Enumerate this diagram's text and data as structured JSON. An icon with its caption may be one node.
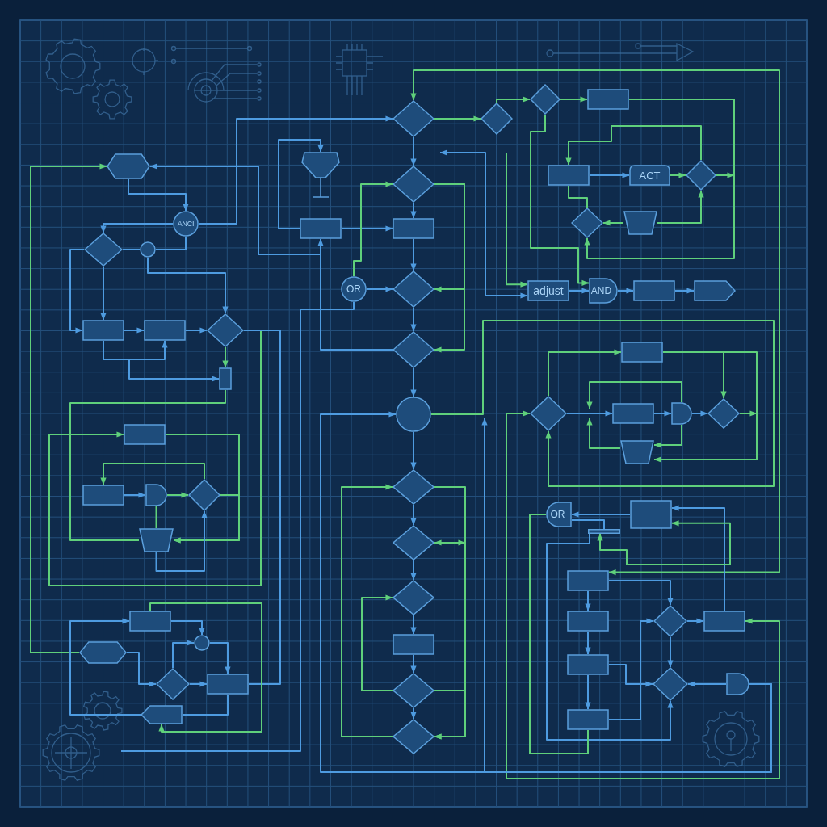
{
  "diagram": {
    "nodes": [
      {
        "text": [],
        "shape": "hexagon"
      },
      {
        "text": [
          "ANCI"
        ]
      },
      {
        "text": [],
        "shape": "diamond"
      },
      {
        "text": [],
        "shape": "circle"
      },
      {
        "text": [],
        "shape": "box"
      },
      {
        "text": [],
        "shape": "box"
      },
      {
        "text": [],
        "shape": "diamond"
      },
      {
        "text": [],
        "shape": "box"
      },
      {
        "text": [],
        "shape": "pentagon"
      },
      {
        "text": [],
        "shape": "box"
      },
      {
        "text": [
          "OR"
        ]
      },
      {
        "text": [],
        "shape": "diamond"
      },
      {
        "text": [],
        "shape": "diamond"
      },
      {
        "text": [],
        "shape": "box"
      },
      {
        "text": [],
        "shape": "diamond"
      },
      {
        "text": [],
        "shape": "diamond"
      },
      {
        "text": [],
        "shape": "circle"
      },
      {
        "text": [],
        "shape": "diamond"
      },
      {
        "text": [],
        "shape": "diamond"
      },
      {
        "text": [],
        "shape": "diamond"
      },
      {
        "text": [],
        "shape": "box"
      },
      {
        "text": [],
        "shape": "diamond"
      },
      {
        "text": [],
        "shape": "diamond"
      },
      {
        "text": [],
        "shape": "diamond"
      },
      {
        "text": [],
        "shape": "diamond"
      },
      {
        "text": [],
        "shape": "box"
      },
      {
        "text": [],
        "shape": "box"
      },
      {
        "text": [
          "ACT"
        ]
      },
      {
        "text": [],
        "shape": "diamond"
      },
      {
        "text": [],
        "shape": "diamond"
      },
      {
        "text": [],
        "shape": "trapezoid"
      },
      {
        "text": [
          "adjust"
        ]
      },
      {
        "text": [
          "AND"
        ]
      },
      {
        "text": [],
        "shape": "box"
      },
      {
        "text": [],
        "shape": "pentagon"
      },
      {
        "text": [],
        "shape": "box"
      },
      {
        "text": [],
        "shape": "diamond"
      },
      {
        "text": [],
        "shape": "box"
      },
      {
        "text": [],
        "shape": "gate"
      },
      {
        "text": [],
        "shape": "diamond"
      },
      {
        "text": [],
        "shape": "trapezoid"
      },
      {
        "text": [
          "OR"
        ]
      },
      {
        "text": [],
        "shape": "box"
      },
      {
        "text": [],
        "shape": "box"
      },
      {
        "text": [],
        "shape": "box"
      },
      {
        "text": [],
        "shape": "diamond"
      },
      {
        "text": [],
        "shape": "box"
      },
      {
        "text": [],
        "shape": "box"
      },
      {
        "text": [],
        "shape": "diamond"
      },
      {
        "text": [],
        "shape": "gate"
      },
      {
        "text": [],
        "shape": "box"
      },
      {
        "text": [],
        "shape": "box"
      },
      {
        "text": [],
        "shape": "box"
      },
      {
        "text": [],
        "shape": "gate"
      },
      {
        "text": [],
        "shape": "diamond"
      },
      {
        "text": [],
        "shape": "trapezoid"
      },
      {
        "text": [],
        "shape": "box"
      },
      {
        "text": [],
        "shape": "circle"
      },
      {
        "text": [],
        "shape": "hexagon"
      },
      {
        "text": [],
        "shape": "diamond"
      },
      {
        "text": [],
        "shape": "box"
      },
      {
        "text": [],
        "shape": "pentagon"
      },
      {
        "text": [],
        "shape": "bar"
      }
    ],
    "edges": [
      {
        "from": 1,
        "to": 11,
        "arrow": "to"
      },
      {
        "from": 0,
        "to": 1,
        "arrow": "to"
      },
      {
        "from": 1,
        "to": 2,
        "arrow": "to"
      },
      {
        "from": 2,
        "to": 3,
        "arrow": "none"
      },
      {
        "from": 3,
        "to": 1,
        "arrow": "none"
      },
      {
        "from": 3,
        "to": 6,
        "arrow": "to"
      },
      {
        "from": 2,
        "to": 4,
        "arrow": "to"
      },
      {
        "from": 2,
        "to": 4,
        "arrow": "to"
      },
      {
        "from": 4,
        "to": 5,
        "arrow": "to"
      },
      {
        "from": 5,
        "to": 6,
        "arrow": "to"
      },
      {
        "from": 4,
        "to": 5,
        "arrow": "to"
      },
      {
        "from": 4,
        "to": 7,
        "arrow": "to"
      },
      {
        "from": 6,
        "to": 7,
        "arrow": "to",
        "color": "#5fd07b"
      },
      {
        "from": 7,
        "to": 55,
        "arrow": "none",
        "color": "#5fd07b"
      },
      {
        "from": 6,
        "to": 51,
        "arrow": "to",
        "color": "#5fd07b"
      },
      {
        "from": 6,
        "to": 60,
        "arrow": "none"
      },
      {
        "from": 10,
        "to": null,
        "arrow": "none"
      },
      {
        "from": 9,
        "to": 8,
        "arrow": "to"
      },
      {
        "from": 9,
        "to": 13,
        "arrow": "to"
      },
      {
        "from": 15,
        "to": 9,
        "arrow": "to"
      },
      {
        "from": 9,
        "to": 0,
        "arrow": "to"
      },
      {
        "from": 10,
        "to": 12,
        "arrow": "to",
        "color": "#5fd07b"
      },
      {
        "from": 10,
        "to": 14,
        "arrow": "to"
      },
      {
        "from": 11,
        "to": 12,
        "arrow": "to"
      },
      {
        "from": 12,
        "to": 13,
        "arrow": "to"
      },
      {
        "from": 13,
        "to": 14,
        "arrow": "to"
      },
      {
        "from": 14,
        "to": 15,
        "arrow": "to"
      },
      {
        "from": 15,
        "to": 16,
        "arrow": "to"
      },
      {
        "from": 16,
        "to": 17,
        "arrow": "to"
      },
      {
        "from": 17,
        "to": 18,
        "arrow": "to"
      },
      {
        "from": 18,
        "to": 19,
        "arrow": "to"
      },
      {
        "from": 19,
        "to": 20,
        "arrow": "to"
      },
      {
        "from": 20,
        "to": 21,
        "arrow": "to"
      },
      {
        "from": 21,
        "to": 22,
        "arrow": "to"
      },
      {
        "from": 12,
        "to": 14,
        "arrow": "to",
        "color": "#5fd07b"
      },
      {
        "from": 12,
        "to": 15,
        "arrow": "to",
        "color": "#5fd07b"
      },
      {
        "from": 11,
        "to": 23,
        "arrow": "to",
        "color": "#5fd07b"
      },
      {
        "from": 23,
        "to": 24,
        "arrow": "to",
        "color": "#5fd07b"
      },
      {
        "from": 24,
        "to": 25,
        "arrow": "to",
        "color": "#5fd07b"
      },
      {
        "from": 25,
        "to": 29,
        "arrow": "to",
        "color": "#5fd07b"
      },
      {
        "from": 43,
        "to": 11,
        "arrow": "both",
        "color": "#5fd07b"
      },
      {
        "from": 24,
        "to": 32,
        "arrow": "to",
        "color": "#5fd07b"
      },
      {
        "from": null,
        "to": 31,
        "arrow": "both"
      },
      {
        "from": null,
        "to": 31,
        "arrow": "to",
        "color": "#5fd07b"
      },
      {
        "from": 31,
        "to": 32,
        "arrow": "to"
      },
      {
        "from": 32,
        "to": 33,
        "arrow": "to"
      },
      {
        "from": 33,
        "to": 34,
        "arrow": "to"
      },
      {
        "from": 26,
        "to": 27,
        "arrow": "to"
      },
      {
        "from": 27,
        "to": 28,
        "arrow": "to",
        "color": "#5fd07b"
      },
      {
        "from": 28,
        "to": null,
        "arrow": "to",
        "color": "#5fd07b"
      },
      {
        "from": 28,
        "to": 26,
        "arrow": "to",
        "color": "#5fd07b"
      },
      {
        "from": 26,
        "to": 29,
        "arrow": "none",
        "color": "#5fd07b"
      },
      {
        "from": 30,
        "to": 29,
        "arrow": "to",
        "color": "#5fd07b"
      },
      {
        "from": 30,
        "to": 28,
        "arrow": "to",
        "color": "#5fd07b"
      },
      {
        "from": 36,
        "to": 35,
        "arrow": "to",
        "color": "#5fd07b"
      },
      {
        "from": 35,
        "to": 39,
        "arrow": "to",
        "color": "#5fd07b"
      },
      {
        "from": 35,
        "to": 40,
        "arrow": "to",
        "color": "#5fd07b"
      },
      {
        "from": 39,
        "to": null,
        "arrow": "to",
        "color": "#5fd07b"
      },
      {
        "from": 36,
        "to": 37,
        "arrow": "to"
      },
      {
        "from": 37,
        "to": 38,
        "arrow": "to"
      },
      {
        "from": 38,
        "to": 39,
        "arrow": "to"
      },
      {
        "from": 38,
        "to": null,
        "arrow": "to",
        "color": "#5fd07b"
      },
      {
        "from": 40,
        "to": null,
        "arrow": "to",
        "color": "#5fd07b"
      },
      {
        "from": 38,
        "to": 40,
        "arrow": "to",
        "color": "#5fd07b"
      },
      {
        "from": 16,
        "to": 36,
        "arrow": "to",
        "color": "#5fd07b"
      },
      {
        "from": 46,
        "to": 36,
        "arrow": "both",
        "color": "#5fd07b"
      },
      {
        "from": 49,
        "to": 16,
        "arrow": "to"
      },
      {
        "from": 49,
        "to": null,
        "arrow": "to"
      },
      {
        "from": 43,
        "to": 44,
        "arrow": "to"
      },
      {
        "from": 44,
        "to": 47,
        "arrow": "to"
      },
      {
        "from": 47,
        "to": 50,
        "arrow": "to"
      },
      {
        "from": 43,
        "to": 45,
        "arrow": "to"
      },
      {
        "from": 45,
        "to": 46,
        "arrow": "to"
      },
      {
        "from": 45,
        "to": 48,
        "arrow": "to"
      },
      {
        "from": 47,
        "to": 48,
        "arrow": "to"
      },
      {
        "from": 50,
        "to": 45,
        "arrow": "to"
      },
      {
        "from": 46,
        "to": 42,
        "arrow": "to"
      },
      {
        "from": 42,
        "to": 41,
        "arrow": "to"
      },
      {
        "from": 49,
        "to": 48,
        "arrow": "to"
      },
      {
        "from": 41,
        "to": 62,
        "arrow": "none"
      },
      {
        "from": 62,
        "to": 48,
        "arrow": "to"
      },
      {
        "from": 42,
        "to": 62,
        "arrow": "both",
        "color": "#5fd07b"
      },
      {
        "from": 50,
        "to": 41,
        "arrow": "none",
        "color": "#5fd07b"
      },
      {
        "from": 17,
        "to": 22,
        "arrow": "to",
        "color": "#5fd07b"
      },
      {
        "from": 18,
        "to": null,
        "arrow": "both",
        "color": "#5fd07b"
      },
      {
        "from": 21,
        "to": 22,
        "arrow": "to",
        "color": "#5fd07b"
      },
      {
        "from": 22,
        "to": 17,
        "arrow": "to",
        "color": "#5fd07b"
      },
      {
        "from": 21,
        "to": 19,
        "arrow": "to",
        "color": "#5fd07b"
      },
      {
        "from": 58,
        "to": 0,
        "arrow": "to",
        "color": "#5fd07b"
      },
      {
        "from": 51,
        "to": 55,
        "arrow": "to",
        "color": "#5fd07b"
      },
      {
        "from": 52,
        "to": 53,
        "arrow": "to"
      },
      {
        "from": 53,
        "to": 54,
        "arrow": "to",
        "color": "#5fd07b"
      },
      {
        "from": 54,
        "to": 55,
        "arrow": "to",
        "color": "#5fd07b"
      },
      {
        "from": 54,
        "to": 52,
        "arrow": "to",
        "color": "#5fd07b"
      },
      {
        "from": 55,
        "to": 53,
        "arrow": "none",
        "color": "#5fd07b"
      },
      {
        "from": 55,
        "to": 54,
        "arrow": "to"
      },
      {
        "from": 61,
        "to": 56,
        "arrow": "to"
      },
      {
        "from": 56,
        "to": 57,
        "arrow": "to"
      },
      {
        "from": 56,
        "to": 61,
        "arrow": "to",
        "color": "#5fd07b"
      },
      {
        "from": 58,
        "to": 59,
        "arrow": "to"
      },
      {
        "from": 59,
        "to": 57,
        "arrow": "to"
      },
      {
        "from": 59,
        "to": 60,
        "arrow": "to"
      },
      {
        "from": 57,
        "to": 60,
        "arrow": "to"
      },
      {
        "from": 60,
        "to": 61,
        "arrow": "none"
      }
    ]
  }
}
